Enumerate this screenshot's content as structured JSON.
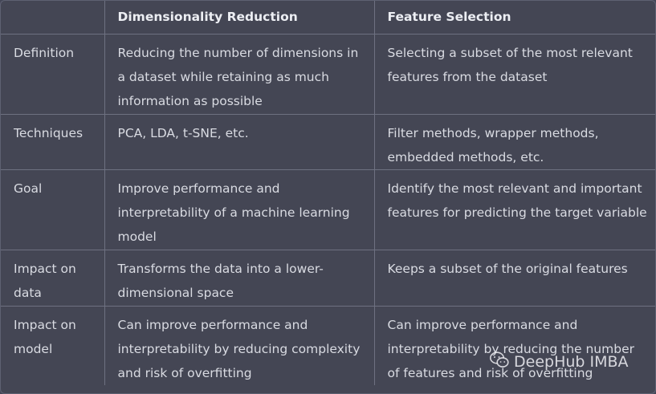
{
  "table": {
    "headers": [
      "",
      "Dimensionality Reduction",
      "Feature Selection"
    ],
    "rows": [
      {
        "label": "Definition",
        "dimensionality_reduction": "Reducing the number of dimensions in a dataset while retaining as much information as possible",
        "feature_selection": "Selecting a subset of the most relevant features from the dataset"
      },
      {
        "label": "Techniques",
        "dimensionality_reduction": "PCA, LDA, t-SNE, etc.",
        "feature_selection": "Filter methods, wrapper methods, embedded methods, etc."
      },
      {
        "label": "Goal",
        "dimensionality_reduction": "Improve performance and interpretability of a machine learning model",
        "feature_selection": "Identify the most relevant and important features for predicting the target variable"
      },
      {
        "label": "Impact on data",
        "dimensionality_reduction": "Transforms the data into a lower-dimensional space",
        "feature_selection": "Keeps a subset of the original features"
      },
      {
        "label": "Impact on model",
        "dimensionality_reduction": "Can improve performance and interpretability by reducing complexity and risk of overfitting",
        "feature_selection": "Can improve performance and interpretability by reducing the number of features and risk of overfitting"
      }
    ]
  },
  "watermark": {
    "text": "DeepHub IMBA",
    "icon": "wechat-icon"
  },
  "colors": {
    "background": "#444654",
    "border": "#6e7181",
    "text": "#d9dbe2",
    "header_text": "#eceef3"
  }
}
